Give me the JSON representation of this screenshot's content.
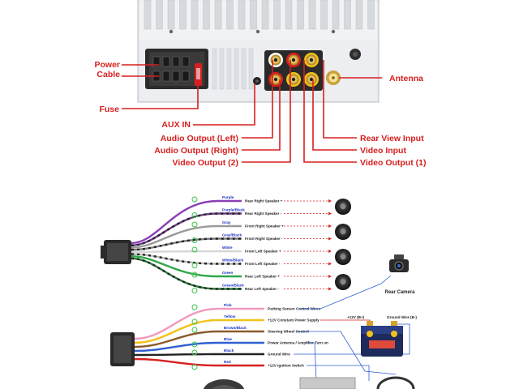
{
  "callouts": {
    "power_cable": [
      "Power",
      "Cable"
    ],
    "fuse": "Fuse",
    "aux_in": "AUX IN",
    "antenna": "Antenna",
    "audio_left": "Audio Output (Left)",
    "audio_right": "Audio Output (Right)",
    "video_out_2": "Video Output (2)",
    "rear_view_input": "Rear View Input",
    "video_input": "Video Input",
    "video_out_1": "Video Output (1)"
  },
  "speaker_wires": [
    {
      "color_name": "Purple",
      "function": "Rear Right Speaker +",
      "hex": "#8a3fb5"
    },
    {
      "color_name": "Purple/Black",
      "function": "Rear Right Speaker -",
      "hex": "#6d3a8a"
    },
    {
      "color_name": "Gray",
      "function": "Front Right Speaker +",
      "hex": "#9a9a9a"
    },
    {
      "color_name": "Gray/Black",
      "function": "Front Right Speaker -",
      "hex": "#7d7d7d"
    },
    {
      "color_name": "White",
      "function": "Front Left Speaker +",
      "hex": "#d6d6d6"
    },
    {
      "color_name": "White/Black",
      "function": "Front Left Speaker -",
      "hex": "#b8b8b8"
    },
    {
      "color_name": "Green",
      "function": "Rear Left Speaker +",
      "hex": "#2fa84a"
    },
    {
      "color_name": "Green/Black",
      "function": "Rear Left Speaker -",
      "hex": "#237a38"
    }
  ],
  "power_wires": [
    {
      "color_name": "Pink",
      "function": "Parking Sensor Control Wires",
      "hex": "#f09ac0"
    },
    {
      "color_name": "Yellow",
      "function": "+12V Constant Power Supply",
      "hex": "#f2c21b"
    },
    {
      "color_name": "Brown/Black",
      "function": "Steering Wheel Control",
      "hex": "#8b5a2b"
    },
    {
      "color_name": "Blue",
      "function": "Power Antenna / Amplifier Turn on",
      "hex": "#2f5fd0"
    },
    {
      "color_name": "Black",
      "function": "Ground Wire",
      "hex": "#222222"
    },
    {
      "color_name": "Red",
      "function": "+12V Ignition Switch",
      "hex": "#d81f1f"
    }
  ],
  "rear_camera": "Rear Camera",
  "battery": {
    "positive": "+12V (B+)",
    "ground": "Ground Wire (B-)"
  },
  "colors": {
    "callout_red": "#d81f1f",
    "panel": "#e9ebee",
    "wire_label": "#1a2fbf"
  }
}
